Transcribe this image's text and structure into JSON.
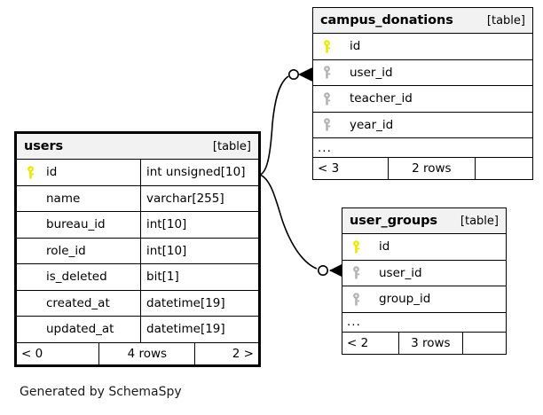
{
  "diagram": {
    "generator_caption": "Generated by SchemaSpy",
    "kind_label": "[table]",
    "ellipsis": "...",
    "key_icon_pk": "primary-key-icon",
    "key_icon_fk": "foreign-key-icon",
    "colors": {
      "primary_key": "#e8e800",
      "foreign_key": "#b3b3b3",
      "header_background": "#f2f2f2",
      "border": "#000000",
      "background": "#ffffff"
    }
  },
  "tables": [
    {
      "id": "users",
      "name": "users",
      "kind": "[table]",
      "focused": true,
      "show_types": true,
      "has_ellipsis": false,
      "columns": [
        {
          "name": "id",
          "type": "int unsigned[10]",
          "key": "pk"
        },
        {
          "name": "name",
          "type": "varchar[255]",
          "key": "none"
        },
        {
          "name": "bureau_id",
          "type": "int[10]",
          "key": "none"
        },
        {
          "name": "role_id",
          "type": "int[10]",
          "key": "none"
        },
        {
          "name": "is_deleted",
          "type": "bit[1]",
          "key": "none"
        },
        {
          "name": "created_at",
          "type": "datetime[19]",
          "key": "none"
        },
        {
          "name": "updated_at",
          "type": "datetime[19]",
          "key": "none"
        }
      ],
      "footer": {
        "left": "< 0",
        "middle": "4 rows",
        "right": "2 >"
      }
    },
    {
      "id": "campus_donations",
      "name": "campus_donations",
      "kind": "[table]",
      "focused": false,
      "show_types": false,
      "has_ellipsis": true,
      "columns": [
        {
          "name": "id",
          "type": "",
          "key": "pk"
        },
        {
          "name": "user_id",
          "type": "",
          "key": "fk"
        },
        {
          "name": "teacher_id",
          "type": "",
          "key": "fk"
        },
        {
          "name": "year_id",
          "type": "",
          "key": "fk"
        }
      ],
      "footer": {
        "left": "< 3",
        "middle": "2 rows",
        "right": ""
      }
    },
    {
      "id": "user_groups",
      "name": "user_groups",
      "kind": "[table]",
      "focused": false,
      "show_types": false,
      "has_ellipsis": true,
      "columns": [
        {
          "name": "id",
          "type": "",
          "key": "pk"
        },
        {
          "name": "user_id",
          "type": "",
          "key": "fk"
        },
        {
          "name": "group_id",
          "type": "",
          "key": "fk"
        }
      ],
      "footer": {
        "left": "< 2",
        "middle": "3 rows",
        "right": ""
      }
    }
  ],
  "relationships": [
    {
      "from_table": "users",
      "from_column": "id",
      "to_table": "campus_donations",
      "to_column": "user_id",
      "notation": "zero-or-many"
    },
    {
      "from_table": "users",
      "from_column": "id",
      "to_table": "user_groups",
      "to_column": "user_id",
      "notation": "zero-or-many"
    }
  ]
}
